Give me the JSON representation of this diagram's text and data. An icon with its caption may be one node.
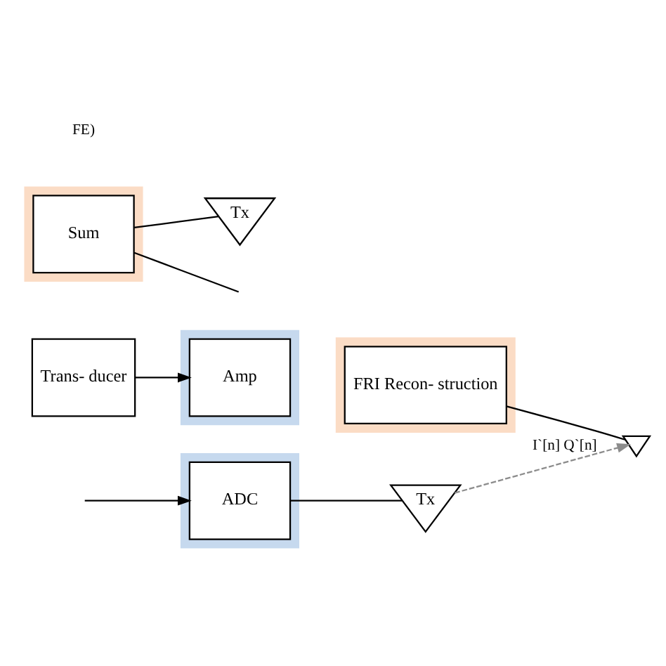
{
  "diagram": {
    "nodes": [
      {
        "text": [],
        "shape": "box"
      },
      {
        "text": [
          "ADC"
        ],
        "in": 0
      },
      {
        "text": [
          "Tx"
        ]
      },
      {
        "text": [
          "Trans- ducer"
        ]
      },
      {
        "text": [],
        "shape": "box"
      },
      {
        "text": [
          "Amp"
        ],
        "in": 4
      },
      {
        "text": [],
        "shape": "box"
      },
      {
        "text": [
          "FRI Recon- struction"
        ],
        "in": 6
      },
      {
        "text": [],
        "shape": "antenna"
      },
      {
        "text": [
          "Tx"
        ]
      },
      {
        "text": [],
        "shape": "box"
      },
      {
        "text": [
          "Sum"
        ],
        "in": 10
      }
    ],
    "edges": [
      {
        "from": null,
        "to": 1,
        "arrow": "to"
      },
      {
        "from": 1,
        "to": 2,
        "arrow": "none"
      },
      {
        "from": 2,
        "to": 8,
        "arrow": "to",
        "style": "dashed",
        "color": "#8c8c8c",
        "label": "I`[n] Q`[n]"
      },
      {
        "from": 3,
        "to": 5,
        "arrow": "to"
      },
      {
        "from": 7,
        "to": 8,
        "arrow": "none"
      },
      {
        "from": 11,
        "to": 9,
        "arrow": "none"
      },
      {
        "from": 11,
        "to": null,
        "arrow": "none"
      }
    ],
    "labels": [
      "FE)"
    ]
  }
}
